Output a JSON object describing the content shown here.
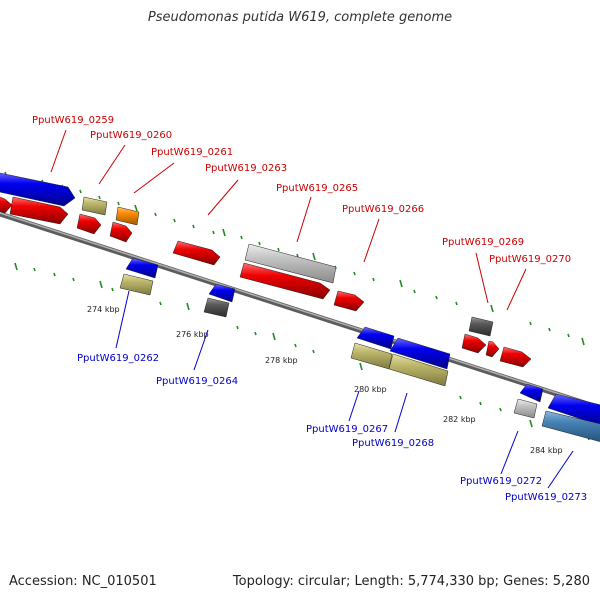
{
  "title": "Pseudomonas putida W619, complete genome",
  "footer": {
    "accession": "Accession: NC_010501",
    "summary": "Topology: circular; Length: 5,774,330 bp; Genes: 5,280"
  },
  "colors": {
    "backbone": "#8a8a8a",
    "tick": "#228b22",
    "forward_label": "#cc0000",
    "reverse_label": "#0000cc",
    "blue_gene": "#0000ee",
    "red_gene": "#ee0000",
    "khaki_gene": "#bdb76b",
    "orange_gene": "#ff8c00",
    "light_gray_gene": "#bbbbbb",
    "dark_gray_gene": "#555555",
    "steel_gene": "#4682b4"
  },
  "kbp_labels": [
    "274 kbp",
    "276 kbp",
    "278 kbp",
    "280 kbp",
    "282 kbp",
    "284 kbp"
  ],
  "forward_labels": [
    "PputW619_0259",
    "PputW619_0260",
    "PputW619_0261",
    "PputW619_0263",
    "PputW619_0265",
    "PputW619_0266",
    "PputW619_0269",
    "PputW619_0270"
  ],
  "reverse_labels": [
    "PputW619_0262",
    "PputW619_0264",
    "PputW619_0267",
    "PputW619_0268",
    "PputW619_0272",
    "PputW619_0273"
  ]
}
